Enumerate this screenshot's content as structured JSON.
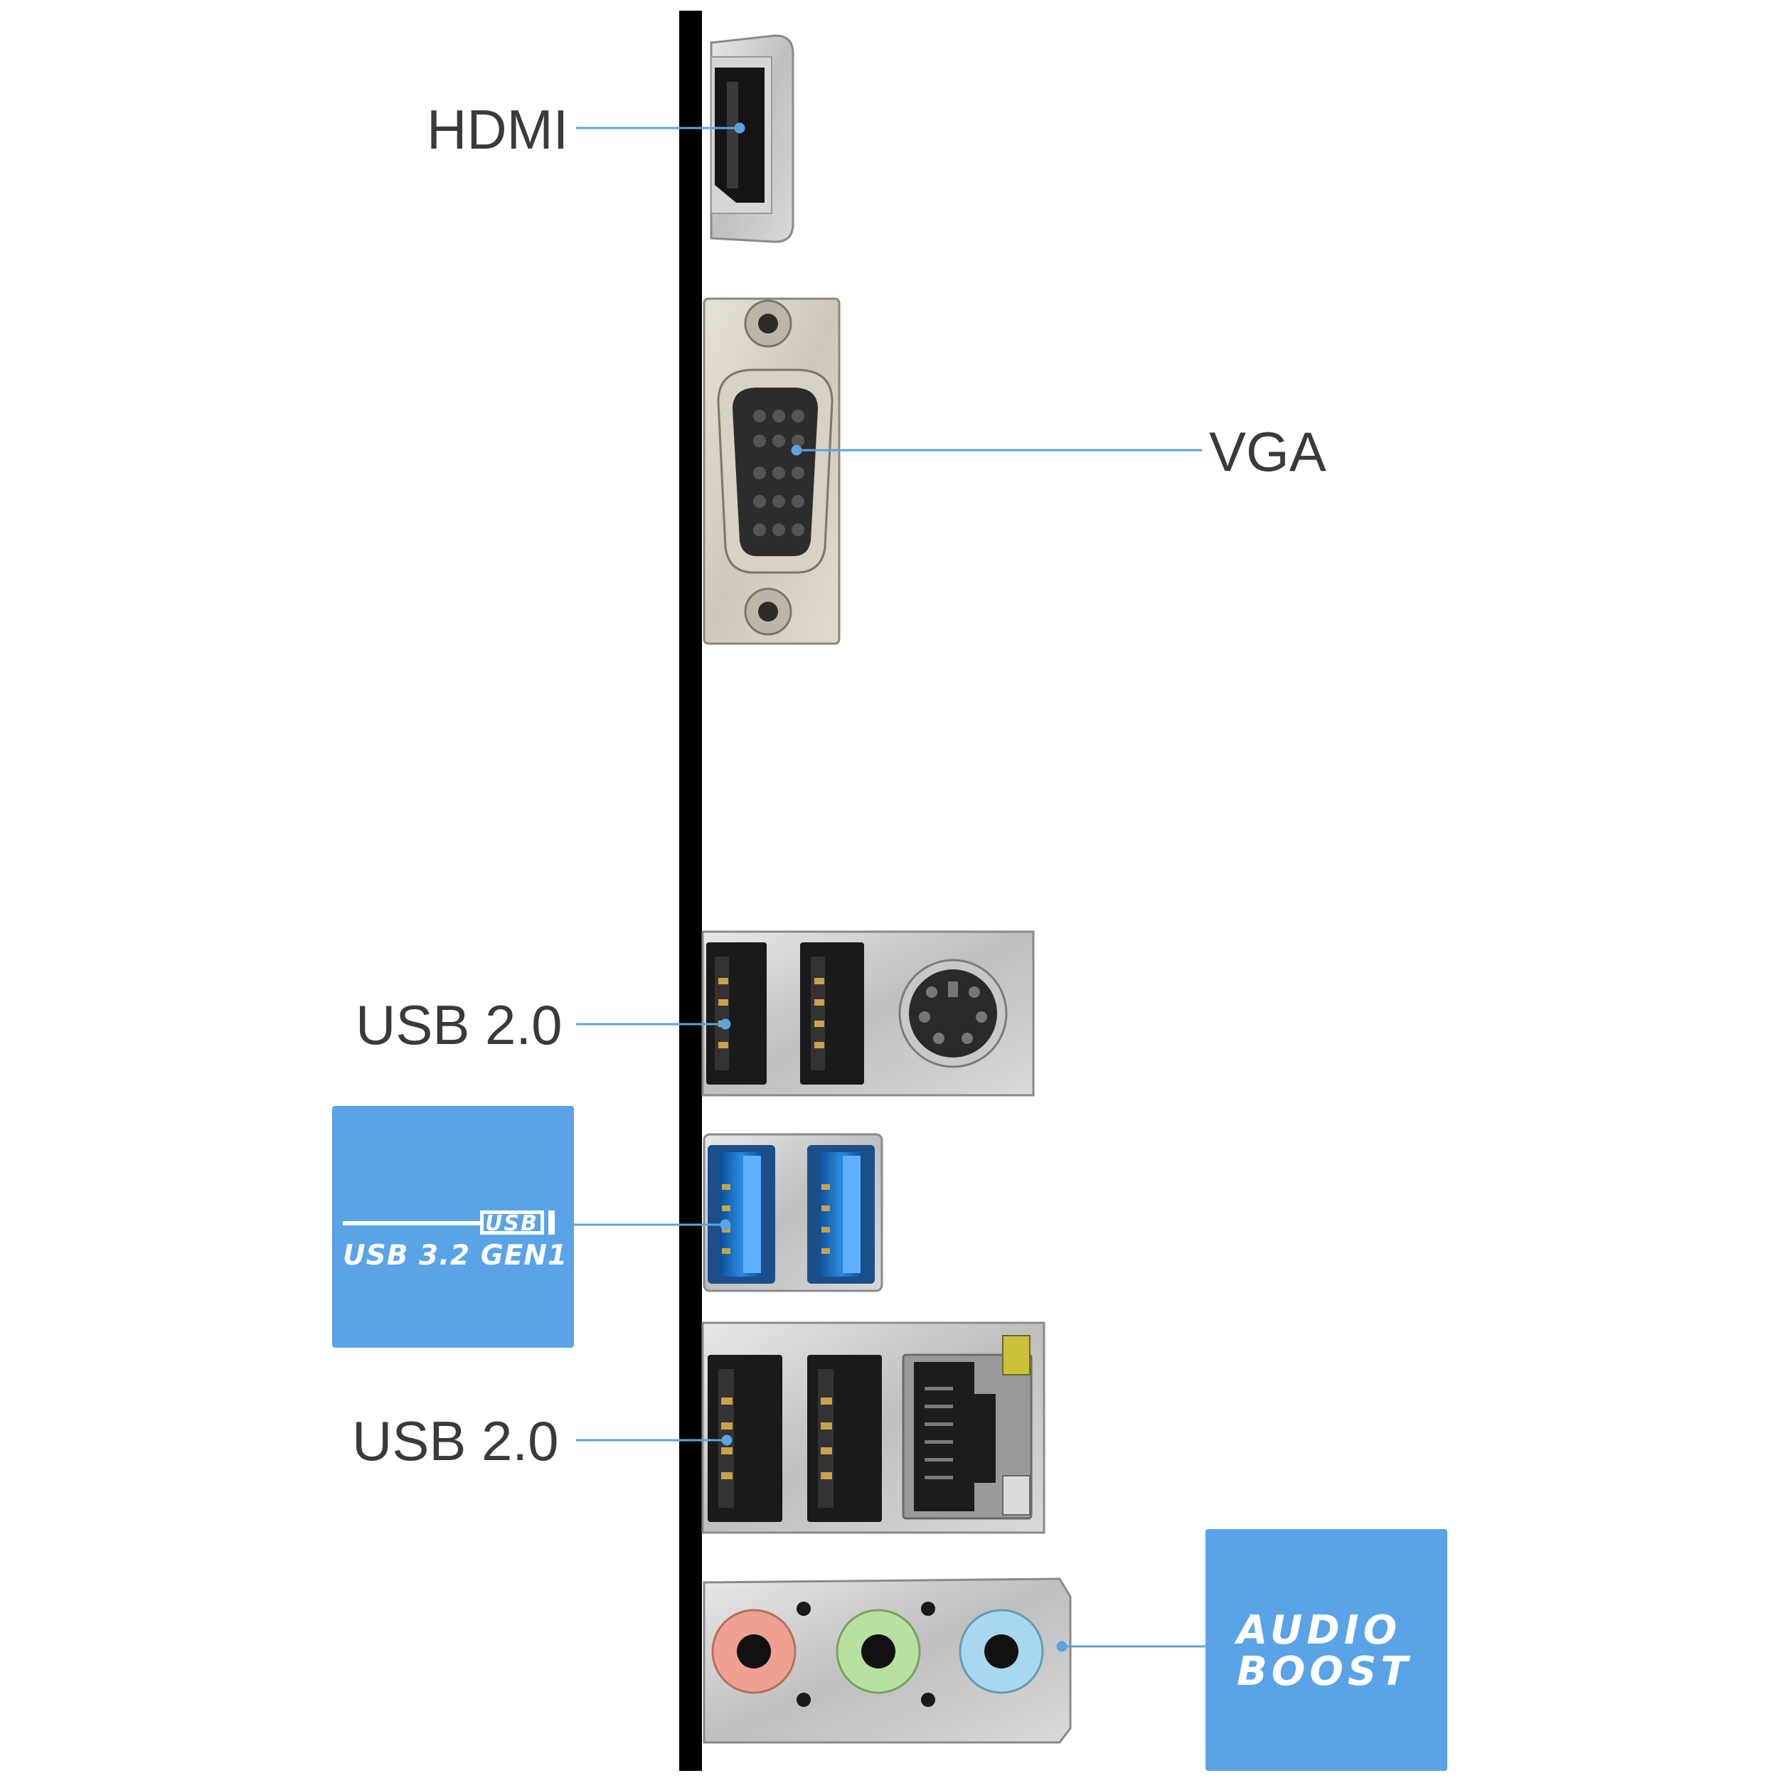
{
  "labels": {
    "hdmi": "HDMI",
    "vga": "VGA",
    "usb2_top": "USB 2.0",
    "usb2_bottom": "USB 2.0"
  },
  "badges": {
    "usb_logo": "USB",
    "usb32": "USB 3.2 GEN1",
    "audio_line1": "AUDIO",
    "audio_line2": "BOOST"
  },
  "colors": {
    "leader_line": "#5aa4e0",
    "badge_bg": "#59a3e6",
    "usb3_blue": "#1f78d1",
    "audio_pink": "#f0a090",
    "audio_green": "#b8e0a0",
    "audio_blue": "#a8d8f0"
  },
  "icons": [
    "hdmi-port-icon",
    "vga-port-icon",
    "usb-port-icon",
    "ps2-port-icon",
    "usb3-port-icon",
    "rj45-lan-port-icon",
    "audio-jack-icon"
  ]
}
